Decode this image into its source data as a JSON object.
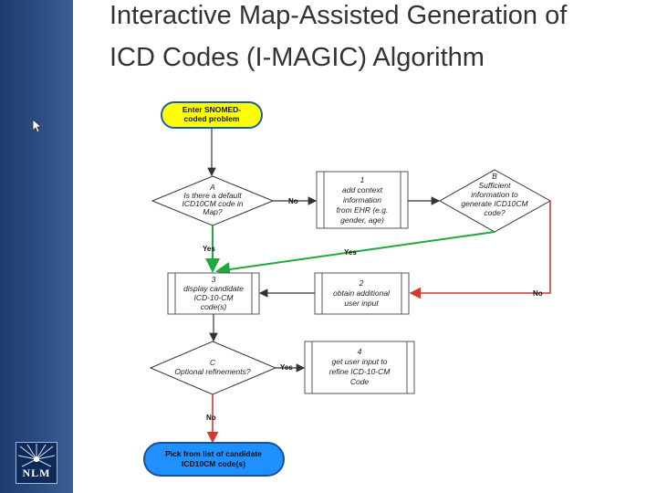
{
  "slide": {
    "title_line1": "Interactive Map-Assisted Generation of",
    "title_line2": "ICD Codes (I-MAGIC) Algorithm",
    "logo_text": "NLM"
  },
  "colors": {
    "sidebar": "#2c4f86",
    "terminal_yellow": "#ffff00",
    "terminal_blue": "#1e90ff",
    "arrow_green": "#1faa3c",
    "arrow_red": "#d43a2f",
    "arrow_dark": "#333333"
  },
  "flowchart": {
    "start": {
      "line1": "Enter SNOMED-",
      "line2": "coded problem"
    },
    "decision_a": {
      "l1": "A",
      "l2": "Is there a default",
      "l3": "ICD10CM code in",
      "l4": "Map?"
    },
    "process_1": {
      "l1": "1",
      "l2": "add context",
      "l3": "information",
      "l4": "from EHR (e.g.",
      "l5": "gender, age)"
    },
    "decision_b": {
      "l1": "B",
      "l2": "Sufficient",
      "l3": "information to",
      "l4": "generate ICD10CM",
      "l5": "code?"
    },
    "process_3": {
      "l1": "3",
      "l2": "display candidate",
      "l3": "ICD-10-CM",
      "l4": "code(s)"
    },
    "process_2": {
      "l1": "2",
      "l2": "obtain additional",
      "l3": "user input"
    },
    "decision_c": {
      "l1": "C",
      "l2": "Optional refinements?"
    },
    "process_4": {
      "l1": "4",
      "l2": "get user input to",
      "l3": "refine ICD-10-CM",
      "l4": "Code"
    },
    "end": {
      "line1": "Pick from list of candidate",
      "line2": "ICD10CM code(s)"
    },
    "edges": {
      "a_no": "No",
      "a_yes": "Yes",
      "b_yes": "Yes",
      "b_no": "No",
      "c_yes": "Yes",
      "c_no": "No"
    }
  }
}
